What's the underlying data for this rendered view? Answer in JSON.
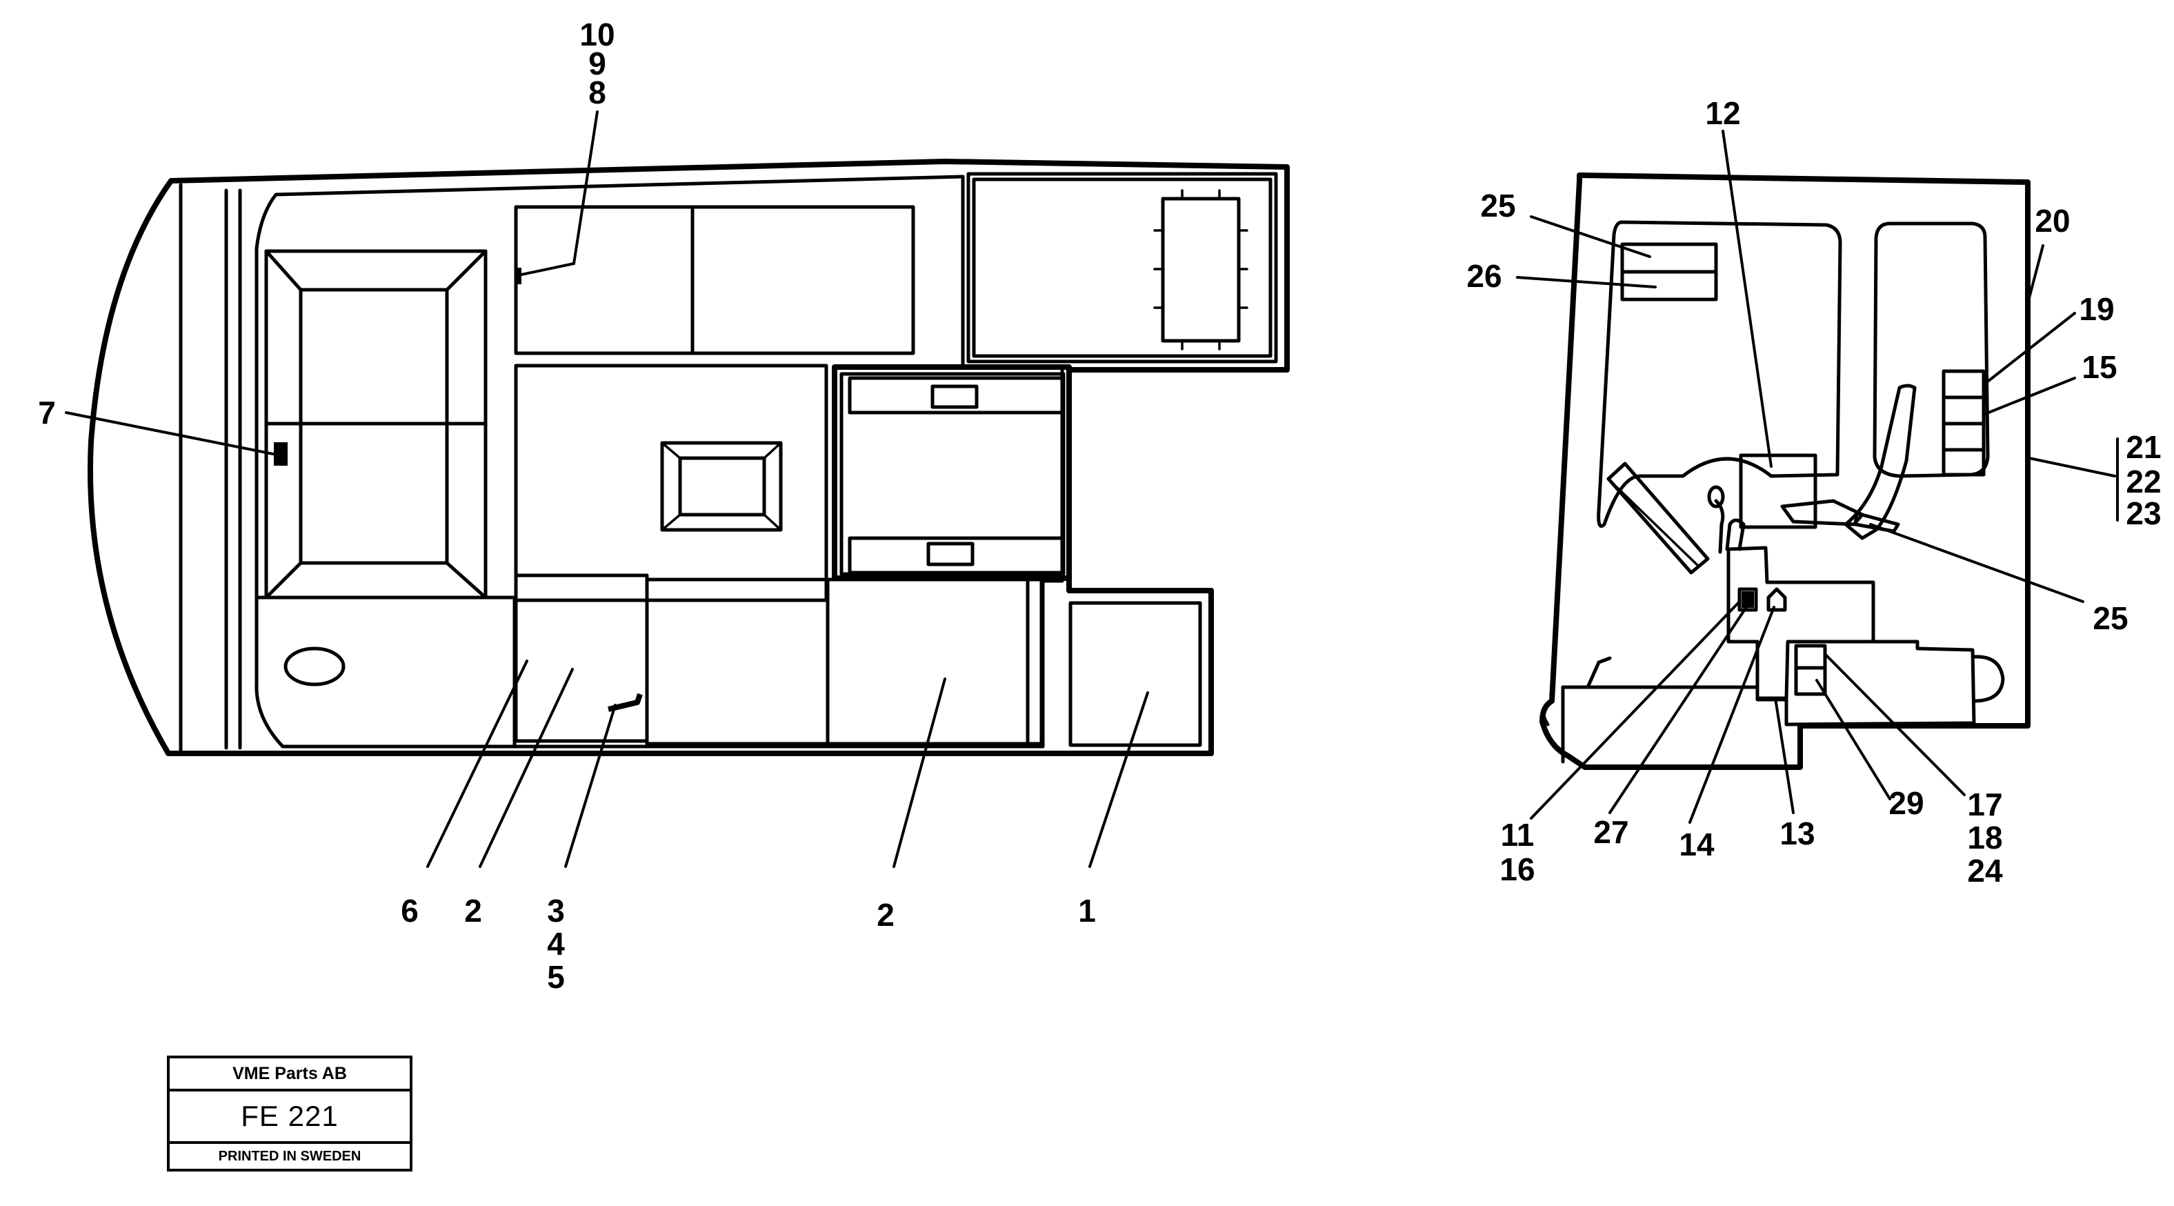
{
  "labels": {
    "l10": "10",
    "l9": "9",
    "l8": "8",
    "l7": "7",
    "l6": "6",
    "l2a": "2",
    "l3": "3",
    "l4": "4",
    "l5": "5",
    "l2b": "2",
    "l1": "1",
    "l12": "12",
    "l25a": "25",
    "l26": "26",
    "l20": "20",
    "l19": "19",
    "l15": "15",
    "l21": "21",
    "l22": "22",
    "l23": "23",
    "l25b": "25",
    "l11": "11",
    "l16": "16",
    "l27": "27",
    "l14": "14",
    "l13": "13",
    "l29": "29",
    "l17": "17",
    "l18": "18",
    "l24": "24"
  },
  "title_block": {
    "company": "VME Parts AB",
    "code": "FE  221",
    "printed": "PRINTED IN SWEDEN"
  }
}
